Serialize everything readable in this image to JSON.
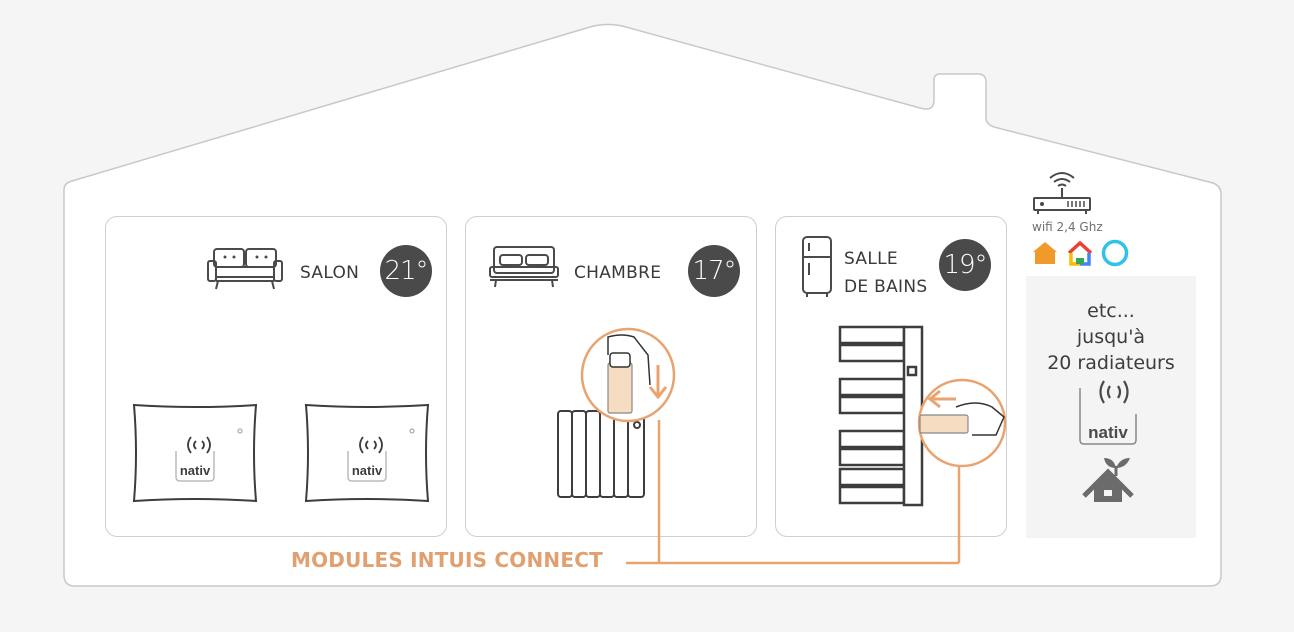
{
  "diagram": {
    "rooms": [
      {
        "name": "SALON",
        "temperature": "21°",
        "icon": "sofa-icon",
        "devices": [
          "nativ-module",
          "nativ-module"
        ]
      },
      {
        "name": "CHAMBRE",
        "temperature": "17°",
        "icon": "bed-icon",
        "devices": [
          "radiator-with-module-insert"
        ]
      },
      {
        "name_line1": "SALLE",
        "name_line2": "DE BAINS",
        "temperature": "19°",
        "icon": "fridge-icon",
        "devices": [
          "towel-radiator-with-module-insert"
        ]
      }
    ],
    "side_panel": {
      "router_label": "wifi 2,4 Ghz",
      "assistants": [
        "apple-home-icon",
        "google-home-icon",
        "alexa-icon"
      ],
      "text_line1": "etc...",
      "text_line2": "jusqu'à",
      "text_line3": "20 radiateurs",
      "module_brand": "nativ",
      "eco_icon": "eco-house-icon"
    },
    "connector_label": "MODULES INTUIS CONNECT",
    "colors": {
      "accent": "#e9a36f",
      "temp_badge": "#4a4a4a",
      "outline": "#cfcfcf"
    }
  }
}
